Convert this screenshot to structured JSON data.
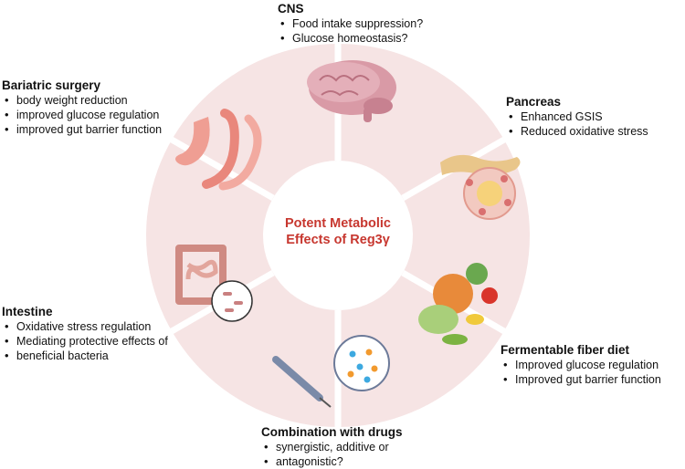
{
  "center": {
    "line1": "Potent Metabolic",
    "line2": "Effects of Reg3γ"
  },
  "panels": {
    "cns": {
      "title": "CNS",
      "items": [
        "Food intake suppression?",
        "Glucose homeostasis?"
      ]
    },
    "pancreas": {
      "title": "Pancreas",
      "items": [
        "Enhanced GSIS",
        "Reduced oxidative stress"
      ]
    },
    "fiber": {
      "title": "Fermentable fiber diet",
      "items": [
        "Improved glucose regulation",
        "Improved gut barrier function"
      ]
    },
    "drugs": {
      "title": "Combination with drugs",
      "items": [
        "synergistic, additive or",
        "antagonistic?"
      ]
    },
    "intestine": {
      "title": "Intestine",
      "items": [
        "Oxidative stress regulation",
        "Mediating protective effects of",
        "beneficial bacteria"
      ]
    },
    "bariatric": {
      "title": "Bariatric surgery",
      "items": [
        "body weight reduction",
        "improved glucose regulation",
        "improved gut barrier function"
      ]
    }
  },
  "colors": {
    "ring_fill": "#f6e4e4",
    "segment_gap": "#ffffff",
    "center_fill": "#ffffff",
    "title_red": "#c7372f"
  },
  "icons": [
    "brain-icon",
    "pancreas-islet-icon",
    "vegetables-icon",
    "syringe-icon",
    "intestine-bacteria-icon",
    "stomach-icon"
  ]
}
